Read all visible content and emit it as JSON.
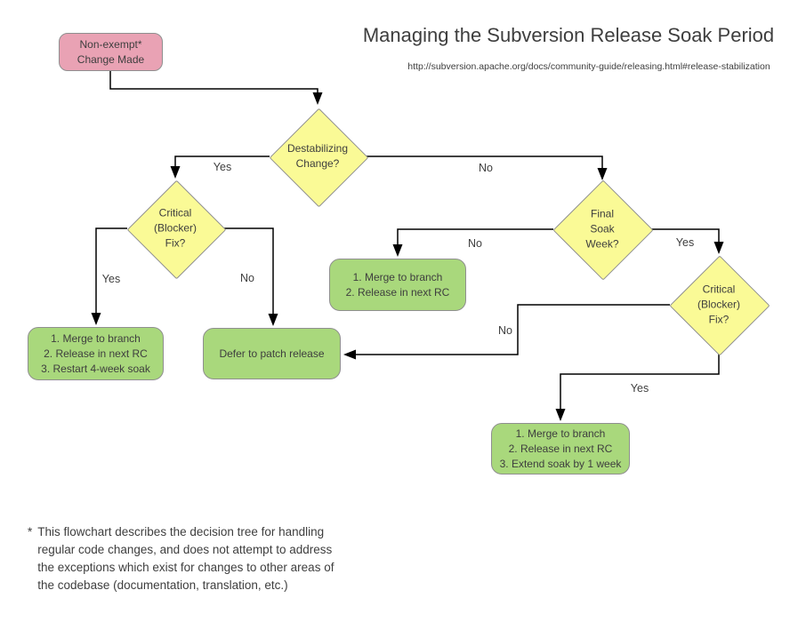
{
  "header": {
    "title": "Managing the Subversion Release Soak Period",
    "url": "http://subversion.apache.org/docs/community-guide/releasing.html#release-stabilization"
  },
  "nodes": {
    "start": {
      "line1": "Non-exempt*",
      "line2": "Change Made"
    },
    "destabilizing": {
      "line1": "Destabilizing",
      "line2": "Change?"
    },
    "critical_left": {
      "line1": "Critical",
      "line2": "(Blocker)",
      "line3": "Fix?"
    },
    "final_soak": {
      "line1": "Final",
      "line2": "Soak",
      "line3": "Week?"
    },
    "critical_right": {
      "line1": "Critical",
      "line2": "(Blocker)",
      "line3": "Fix?"
    },
    "restart_soak": {
      "line1": "1. Merge to branch",
      "line2": "2. Release in next RC",
      "line3": "3. Restart 4-week soak"
    },
    "defer_patch": {
      "line1": "Defer to patch release"
    },
    "next_rc": {
      "line1": "1. Merge to branch",
      "line2": "2. Release in next RC"
    },
    "extend_soak": {
      "line1": "1. Merge to branch",
      "line2": "2. Release in next RC",
      "line3": "3. Extend soak by 1 week"
    }
  },
  "edge_labels": {
    "destabilizing_yes": "Yes",
    "destabilizing_no": "No",
    "critical_left_yes": "Yes",
    "critical_left_no": "No",
    "final_soak_no": "No",
    "final_soak_yes": "Yes",
    "critical_right_no": "No",
    "critical_right_yes": "Yes"
  },
  "footnote": {
    "marker": "*",
    "line1": "This flowchart describes the decision tree for handling",
    "line2": "regular code changes, and does not attempt to address",
    "line3": "the exceptions which exist for changes to other areas of",
    "line4": "the codebase (documentation, translation, etc.)"
  },
  "colors": {
    "yellow": "#FAFA96",
    "green": "#A9D87C",
    "pink": "#E9A2B4",
    "shape-border": "#8F8F8F",
    "line": "#000000",
    "text": "#3E3E3E"
  }
}
